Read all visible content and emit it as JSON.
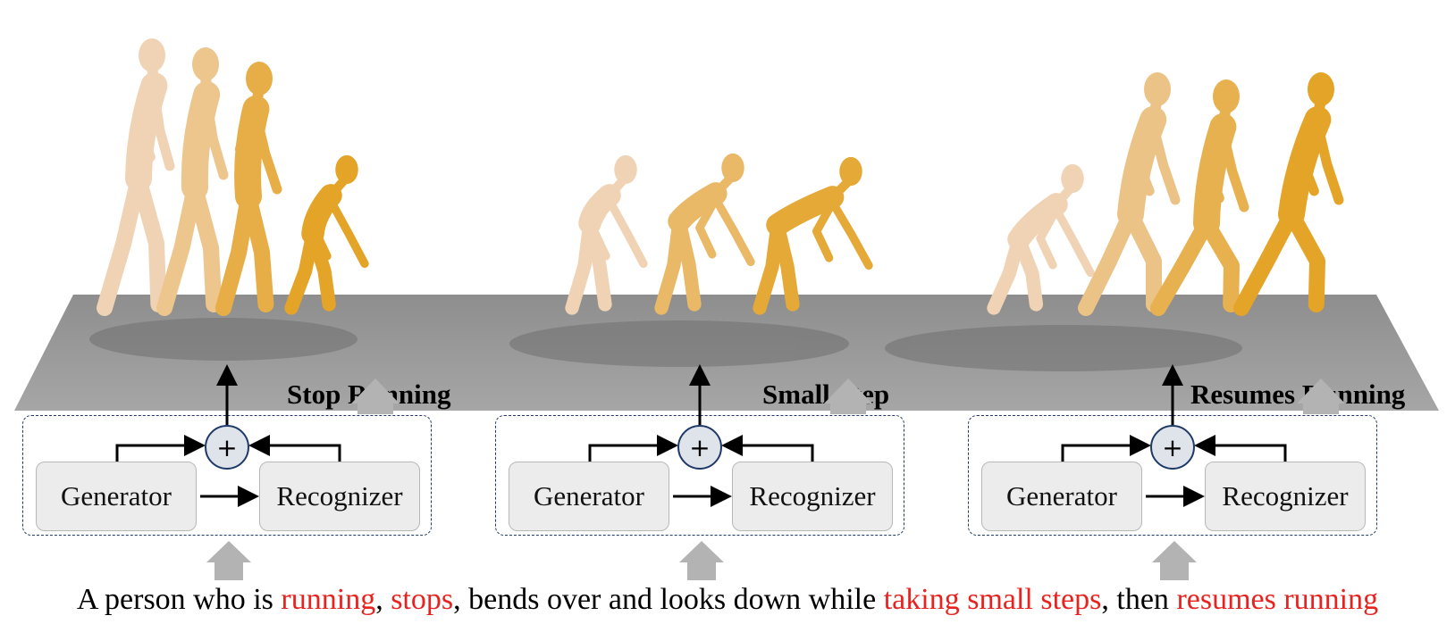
{
  "stages": [
    {
      "label": "Stop Running"
    },
    {
      "label": "Small Step"
    },
    {
      "label": "Resumes Running"
    }
  ],
  "module": {
    "generator": "Generator",
    "recognizer": "Recognizer",
    "combine": "+"
  },
  "caption": {
    "segments": [
      {
        "text": "A person who is ",
        "highlight": false
      },
      {
        "text": "running",
        "highlight": true
      },
      {
        "text": ", ",
        "highlight": false
      },
      {
        "text": "stops",
        "highlight": true
      },
      {
        "text": ", bends over and looks down while ",
        "highlight": false
      },
      {
        "text": "taking small steps",
        "highlight": true
      },
      {
        "text": ", then ",
        "highlight": false
      },
      {
        "text": "resumes running",
        "highlight": true
      }
    ]
  },
  "colors": {
    "highlight": "#e8231f",
    "module_border": "#1f3a68",
    "floor": "#9b9b9b",
    "figure_light": "#f1d6bd",
    "figure_dark": "#e3a120"
  }
}
